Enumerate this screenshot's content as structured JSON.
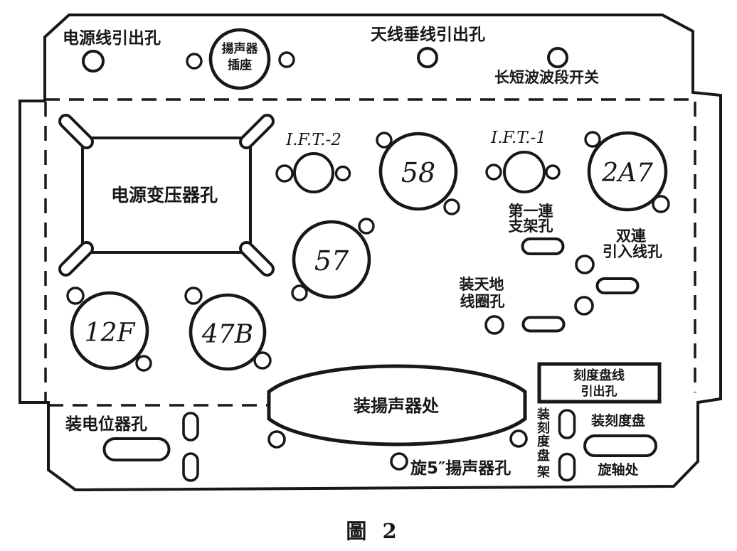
{
  "figure": {
    "caption": "圖 2"
  },
  "colors": {
    "ink": "#181818",
    "paper": "#ffffff"
  },
  "labels": {
    "power_cord_hole": "电源线引出孔",
    "speaker_socket": [
      "揚声器",
      "插座"
    ],
    "antenna_hole": "天线垂线引出孔",
    "band_switch": "长短波波段开关",
    "power_transformer_hole": "电源变压器孔",
    "ift2": "I.F.T.-2",
    "ift1": "I.F.T.-1",
    "tube_58": "58",
    "tube_57": "57",
    "tube_2a7": "2A7",
    "tube_12f": "12F",
    "tube_47b": "47B",
    "first_gang_bracket": [
      "第一連",
      "支架孔"
    ],
    "dual_gang_leadin": [
      "双連",
      "引入线孔"
    ],
    "ant_gnd_coil": [
      "装天地",
      "线圈孔"
    ],
    "speaker_mount_area": "装揚声器处",
    "dial_cord_hole": [
      "刻度盘线",
      "引出孔"
    ],
    "potentiometer_hole": "装电位器孔",
    "speaker_5in_hole": "旋5″揚声器孔",
    "dial_bracket_chars": [
      "装",
      "刻",
      "度",
      "盘",
      "架"
    ],
    "dial_mount": "装刻度盘",
    "shaft_place": "旋轴处"
  }
}
